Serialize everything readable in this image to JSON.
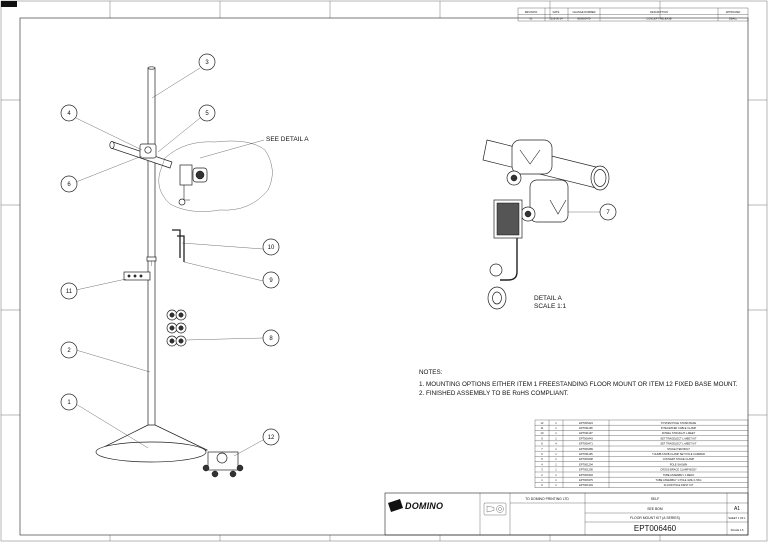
{
  "sheet": {
    "detail_ref": "SEE DETAIL  A",
    "detail_title": "DETAIL  A",
    "detail_scale": "SCALE  1:1",
    "notes_title": "NOTES:",
    "notes": [
      "1. MOUNTING OPTIONS EITHER ITEM 1 FREESTANDING FLOOR MOUNT OR ITEM 12 FIXED BASE MOUNT.",
      "2. FINISHED ASSEMBLY TO BE RoHS COMPLIANT."
    ],
    "balloons": [
      "3",
      "4",
      "5",
      "6",
      "10",
      "9",
      "11",
      "8",
      "2",
      "1",
      "12",
      "7"
    ]
  },
  "revision_table": {
    "headers": [
      "REVISION",
      "DATE",
      "CHANGE NUMBER",
      "DESCRIPTION",
      "APPROVED"
    ],
    "row": [
      "01",
      "2019-06-14",
      "EDM00479",
      "CONCEPT RELEASE",
      "DBALL"
    ]
  },
  "bom_rows": [
    [
      "12",
      "1",
      "EPT006424",
      "SYSTEM POLE STAND BASE"
    ],
    [
      "11",
      "1",
      "EPT001196",
      "INTEGRATED CABLE CLAMP"
    ],
    [
      "10",
      "1",
      "EPT001197",
      "DOWEL STRAIGHT L-MEET"
    ],
    [
      "9",
      "1",
      "EPT006443",
      "SET TRAGELECT L-MEET KIT"
    ],
    [
      "8",
      "4",
      "EPT006471",
      "SET TRAGELECT L-MEET KIT"
    ],
    [
      "7",
      "1",
      "EPT006489",
      "STAGE ITEM BOLT"
    ],
    [
      "6",
      "1",
      "EPT001195",
      "THUMB KNOB CLAMP SET POLE CARRIER"
    ],
    [
      "5",
      "1",
      "EPT006408",
      "CONVERT STAGE CLAMP"
    ],
    [
      "4",
      "1",
      "EPT001294",
      "POLE SHOWN"
    ],
    [
      "3",
      "1",
      "EPT001295",
      "CROSS BRACE CLAMP BODY"
    ],
    [
      "2",
      "1",
      "EPT006394",
      "TUBE ASSEMBLY 1 REDO"
    ],
    [
      "1",
      "1",
      "EPT006375",
      "TUBE ASSEMBLY 1 POLE 1M/H 1.5KG"
    ],
    [
      "0",
      "1",
      "EPT001394",
      "FLOOR POLE FIRST KIT"
    ]
  ],
  "title_block": {
    "brand": "DOMINO",
    "ref": "TO DOMINO PRINTING LTD",
    "finish": "SELF",
    "material": "SEE BOM",
    "size": "A1",
    "title": "FLOOR MOUNT KIT (A SERIES)",
    "drawing_number": "EPT006460",
    "sheet_label": "SHEET 1 OF 1",
    "scale_label": "SCALE 1:5"
  },
  "colors": {
    "line": "#222222",
    "paper": "#ffffff"
  }
}
